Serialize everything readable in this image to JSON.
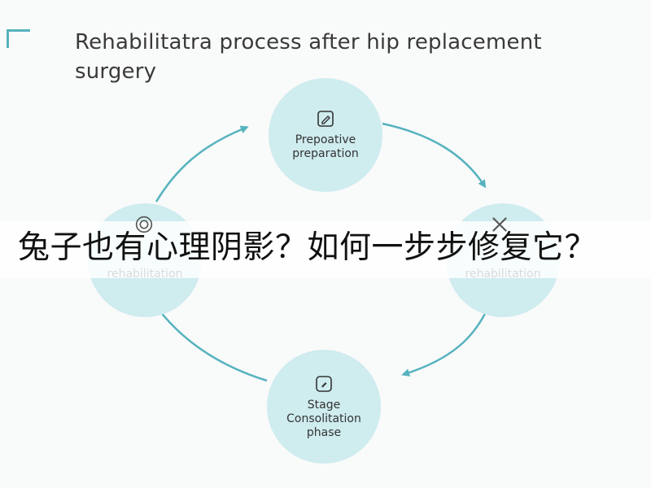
{
  "diagram": {
    "title": "Rehabilitatra process after hip replacement surgery",
    "stages": [
      {
        "id": "top",
        "label": "Prepoative\npreparation",
        "icon": "pencil-icon"
      },
      {
        "id": "right",
        "label": "rehabilitation",
        "icon": "tools-icon"
      },
      {
        "id": "bottom",
        "label": "Stage\nConsolitation\nphase",
        "icon": "pencil-icon"
      },
      {
        "id": "left",
        "label": "rehabilitation",
        "icon": "spiral-icon"
      }
    ],
    "accent_color": "#56b3be",
    "circle_color": "#cfecef"
  },
  "overlay_caption": "兔子也有心理阴影？如何一步步修复它？"
}
